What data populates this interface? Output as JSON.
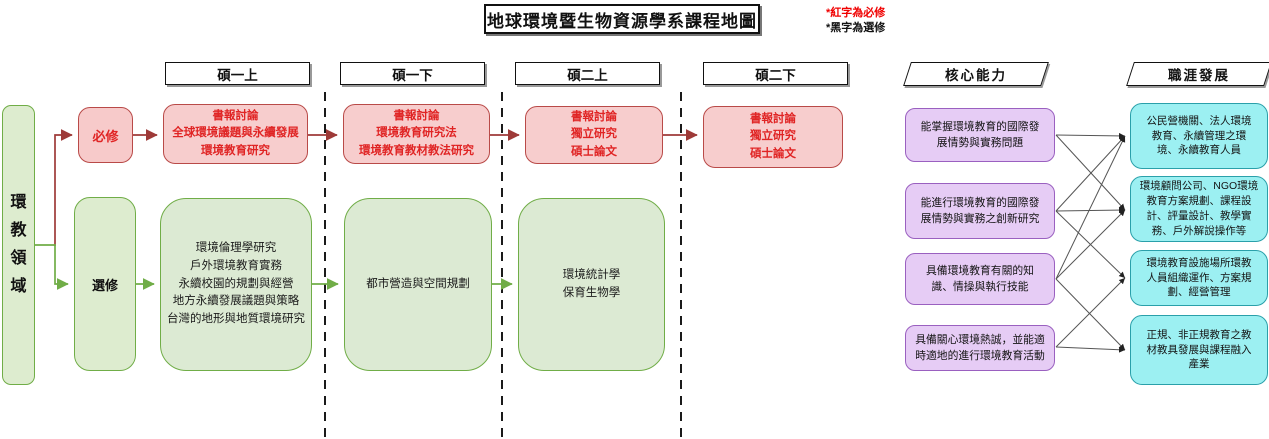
{
  "title": "地球環境暨生物資源學系課程地圖",
  "legend": {
    "required_note": "*紅字為必修",
    "elective_note": "*黑字為選修"
  },
  "domain_label": "環\n教\n領\n域",
  "branches": {
    "required": "必修",
    "elective": "選修"
  },
  "semesters": [
    "碩一上",
    "碩一下",
    "碩二上",
    "碩二下"
  ],
  "required_courses": [
    "書報討論\n全球環境議題與永續發展\n環境教育研究",
    "書報討論\n環境教育研究法\n環境教育教材教法研究",
    "書報討論\n獨立研究\n碩士論文",
    "書報討論\n獨立研究\n碩士論文"
  ],
  "elective_courses": [
    "環境倫理學研究\n戶外環境教育實務\n永續校園的規劃與經營\n地方永續發展議題與策略\n台灣的地形與地質環境研究",
    "都市營造與空間規劃",
    "環境統計學\n保育生物學"
  ],
  "core_competencies": {
    "header": "核心能力",
    "items": [
      "能掌握環境教育的國際發\n展情勢與實務問題",
      "能進行環境教育的國際發\n展情勢與實務之創新研究",
      "具備環境教育有關的知\n識、情操與執行技能",
      "具備關心環境熱誠，並能適\n時適地的進行環境教育活動"
    ]
  },
  "career_development": {
    "header": "職涯發展",
    "items": [
      "公民營機關、法人環境\n教育、永續管理之環\n境、永續教育人員",
      "環境顧問公司、NGO環境\n教育方案規劃、課程設\n計、評量設計、教學實\n務、戶外解說操作等",
      "環境教育設施場所環教\n人員組織運作、方案規\n劃、經營管理",
      "正規、非正規教育之教\n材教具發展與課程融入\n產業"
    ]
  },
  "connections": [
    {
      "from": 0,
      "to": 0
    },
    {
      "from": 0,
      "to": 1
    },
    {
      "from": 1,
      "to": 0
    },
    {
      "from": 1,
      "to": 1
    },
    {
      "from": 1,
      "to": 2
    },
    {
      "from": 2,
      "to": 0
    },
    {
      "from": 2,
      "to": 1
    },
    {
      "from": 2,
      "to": 3
    },
    {
      "from": 3,
      "to": 2
    },
    {
      "from": 3,
      "to": 3
    }
  ],
  "colors": {
    "required_fill": "#f7cdcd",
    "required_border": "#b94a48",
    "required_text": "#e02424",
    "elective_fill": "#dcead3",
    "elective_border": "#70ad47",
    "competency_fill": "#e6ccf5",
    "competency_border": "#9a60c0",
    "career_fill": "#9cf0f2",
    "career_border": "#2aa0aa"
  }
}
